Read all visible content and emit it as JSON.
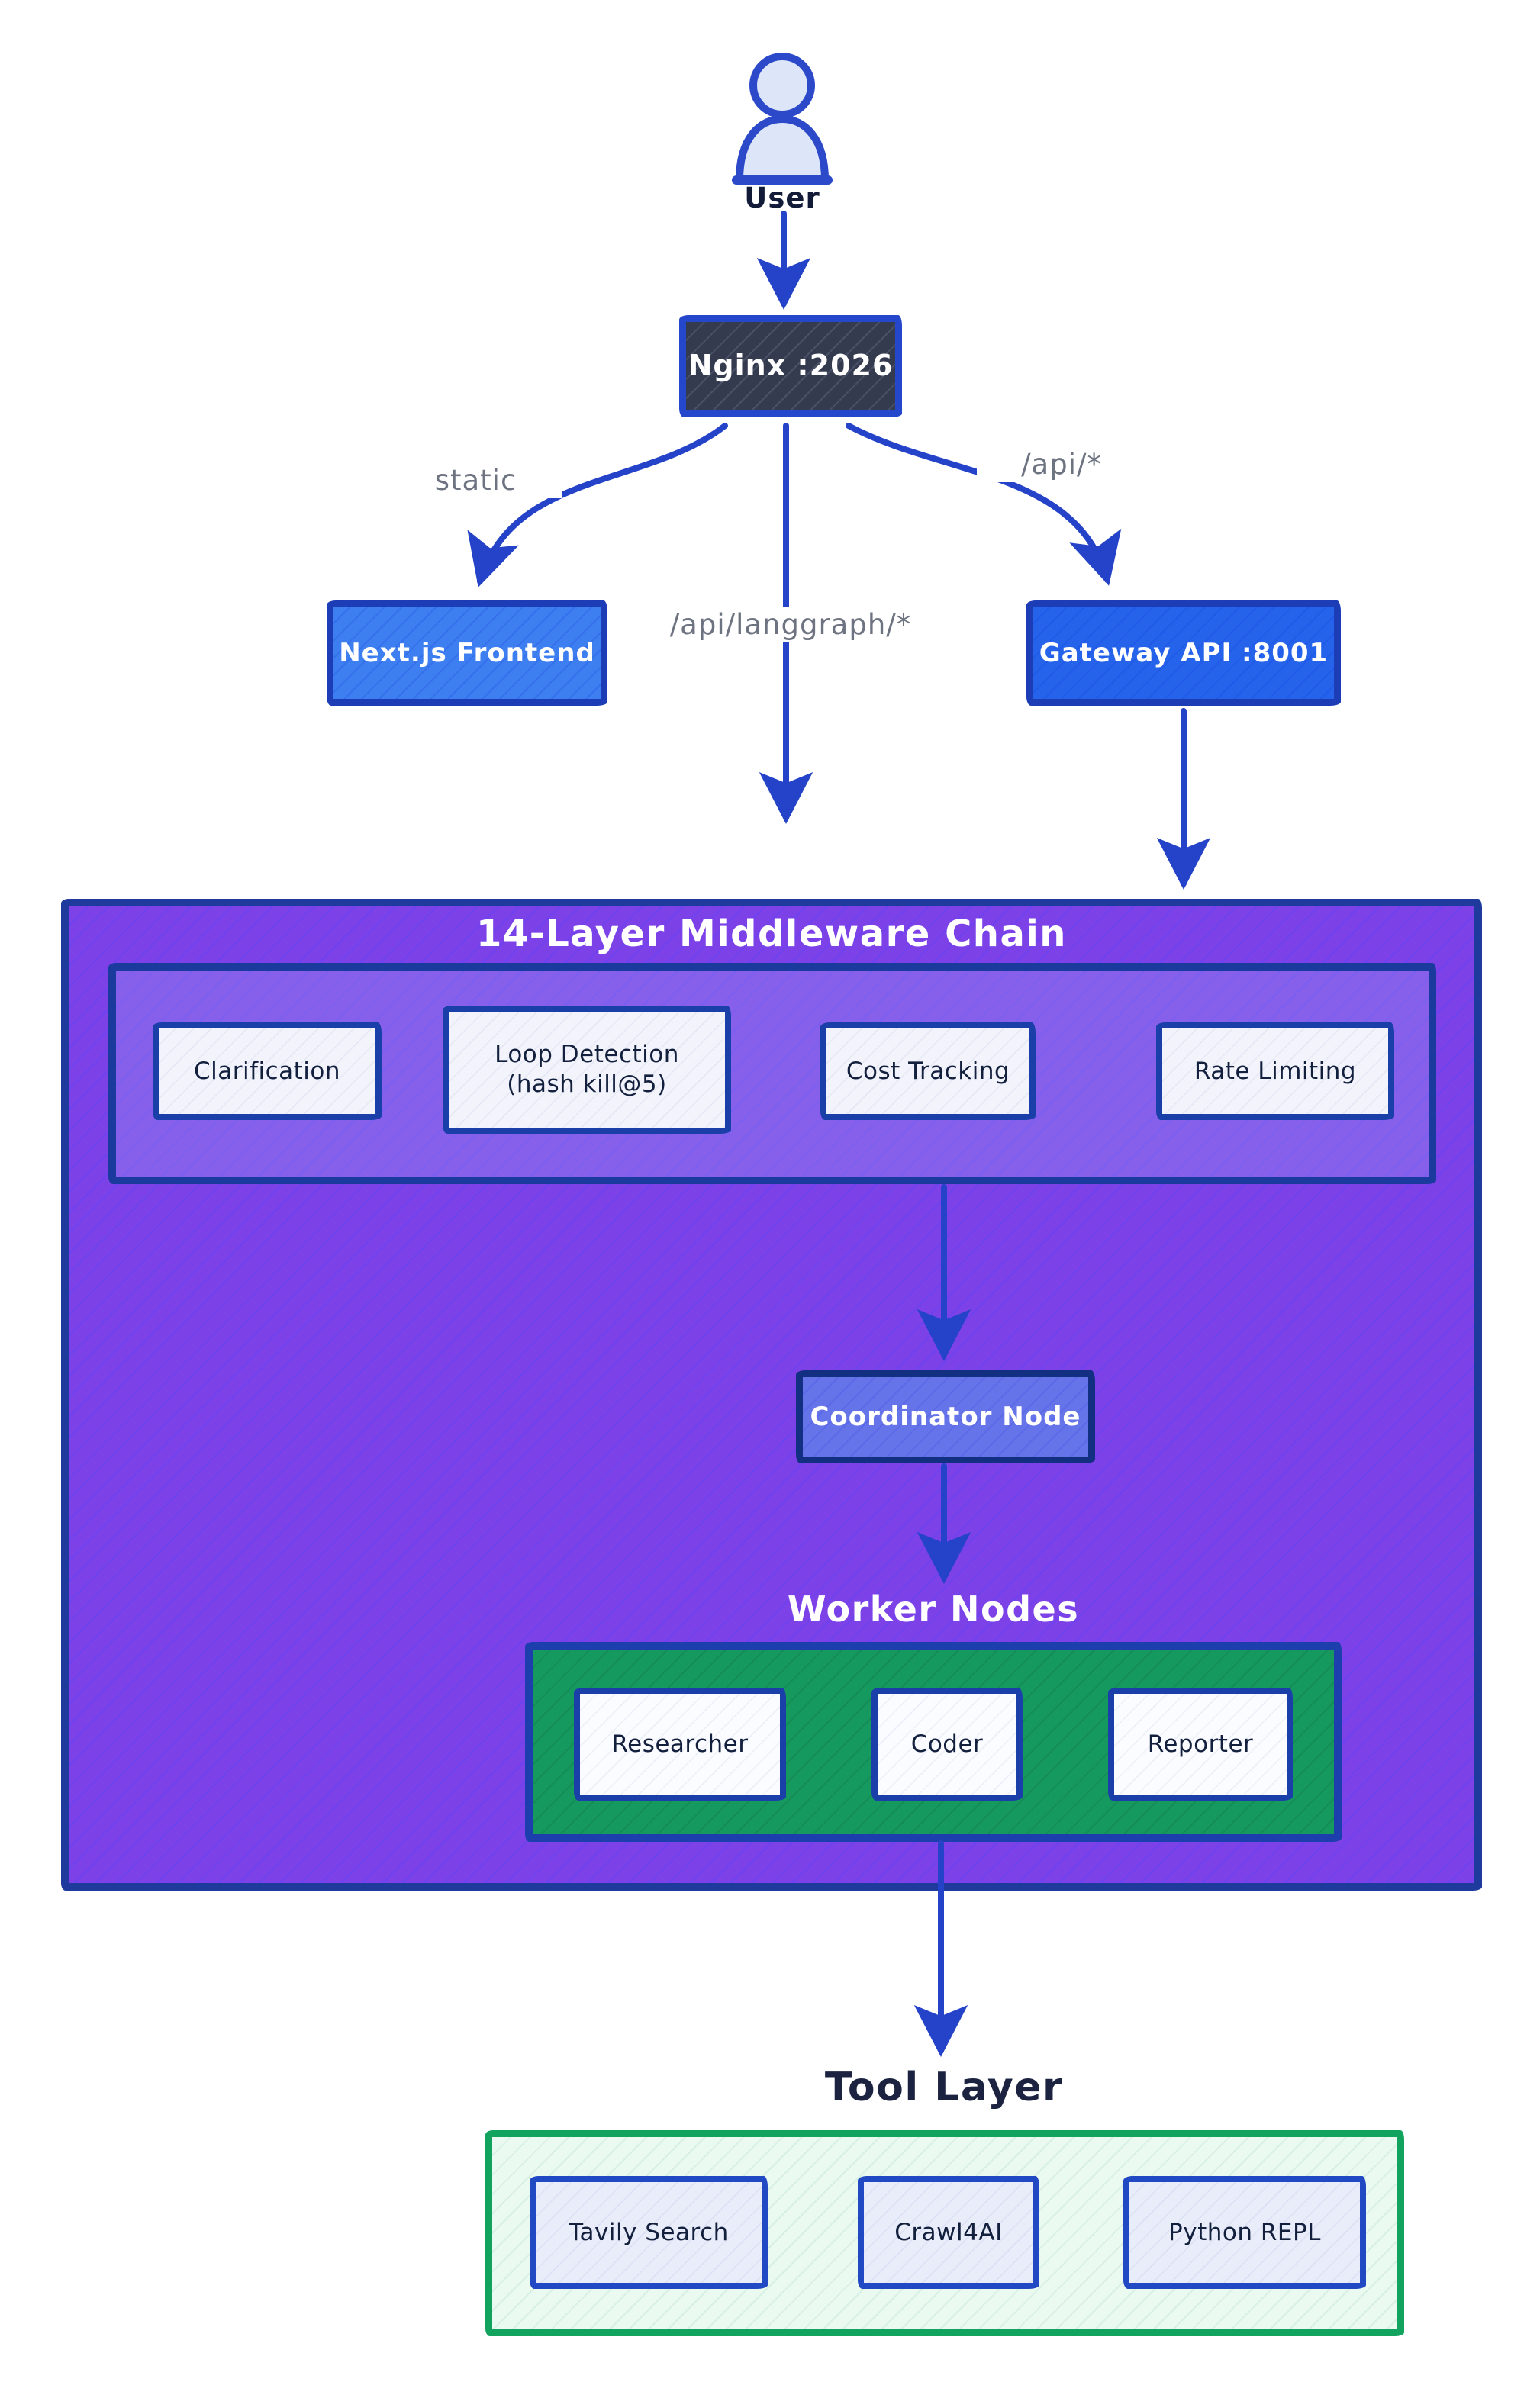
{
  "nodes": {
    "user": {
      "label": "User"
    },
    "nginx": {
      "label": "Nginx :2026"
    },
    "frontend": {
      "label": "Next.js Frontend"
    },
    "gateway": {
      "label": "Gateway API :8001"
    },
    "coordinator": {
      "label": "Coordinator Node"
    }
  },
  "edge_labels": {
    "static": "static",
    "api": "/api/*",
    "langgraph": "/api/langgraph/*"
  },
  "middleware": {
    "title": "14-Layer Middleware Chain",
    "layers": [
      {
        "label": "Clarification"
      },
      {
        "label": "Loop Detection",
        "sublabel": "(hash kill@5)"
      },
      {
        "label": "Cost Tracking"
      },
      {
        "label": "Rate Limiting"
      }
    ]
  },
  "workers": {
    "title": "Worker Nodes",
    "nodes": [
      {
        "label": "Researcher"
      },
      {
        "label": "Coder"
      },
      {
        "label": "Reporter"
      }
    ]
  },
  "tools": {
    "title": "Tool Layer",
    "nodes": [
      {
        "label": "Tavily Search"
      },
      {
        "label": "Crawl4AI"
      },
      {
        "label": "Python REPL"
      }
    ]
  },
  "colors": {
    "arrow_blue": "#2443c8",
    "nginx_fill": "#353b4f",
    "frontend_fill": "#3d7ef0",
    "gateway_fill": "#2563eb",
    "node_border_blue": "#1d3db6",
    "middleware_fill": "#7c42e8",
    "middleware_inner_fill": "#8660ea",
    "coordinator_fill": "#6574e8",
    "worker_panel_fill": "#16995f",
    "tool_panel_border": "#12a35f",
    "tool_panel_fill": "#eafaf1",
    "card_fill": "#f2f3fb",
    "text_dark": "#121f3d",
    "edge_label_gray": "#6d7380"
  }
}
